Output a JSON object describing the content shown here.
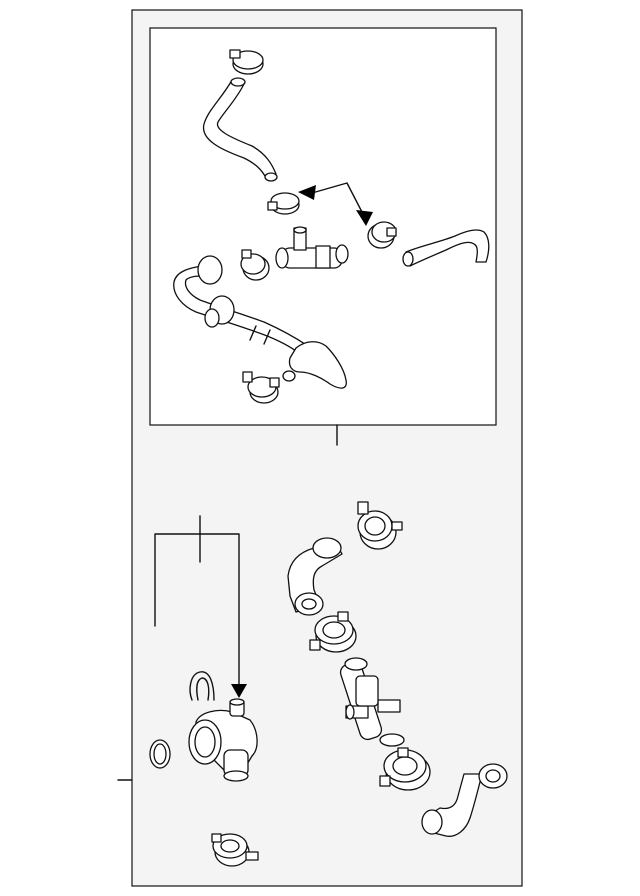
{
  "diagram": {
    "title": "",
    "labels": [],
    "colors": {
      "panel_fill": "#f4f4f4",
      "inner_fill": "#ffffff",
      "line": "#111111"
    },
    "parts": [
      "clamp",
      "hose",
      "tee-connector",
      "pipe-assembly",
      "elbow-hose",
      "thermostat-housing",
      "o-ring",
      "retaining-clip"
    ]
  }
}
